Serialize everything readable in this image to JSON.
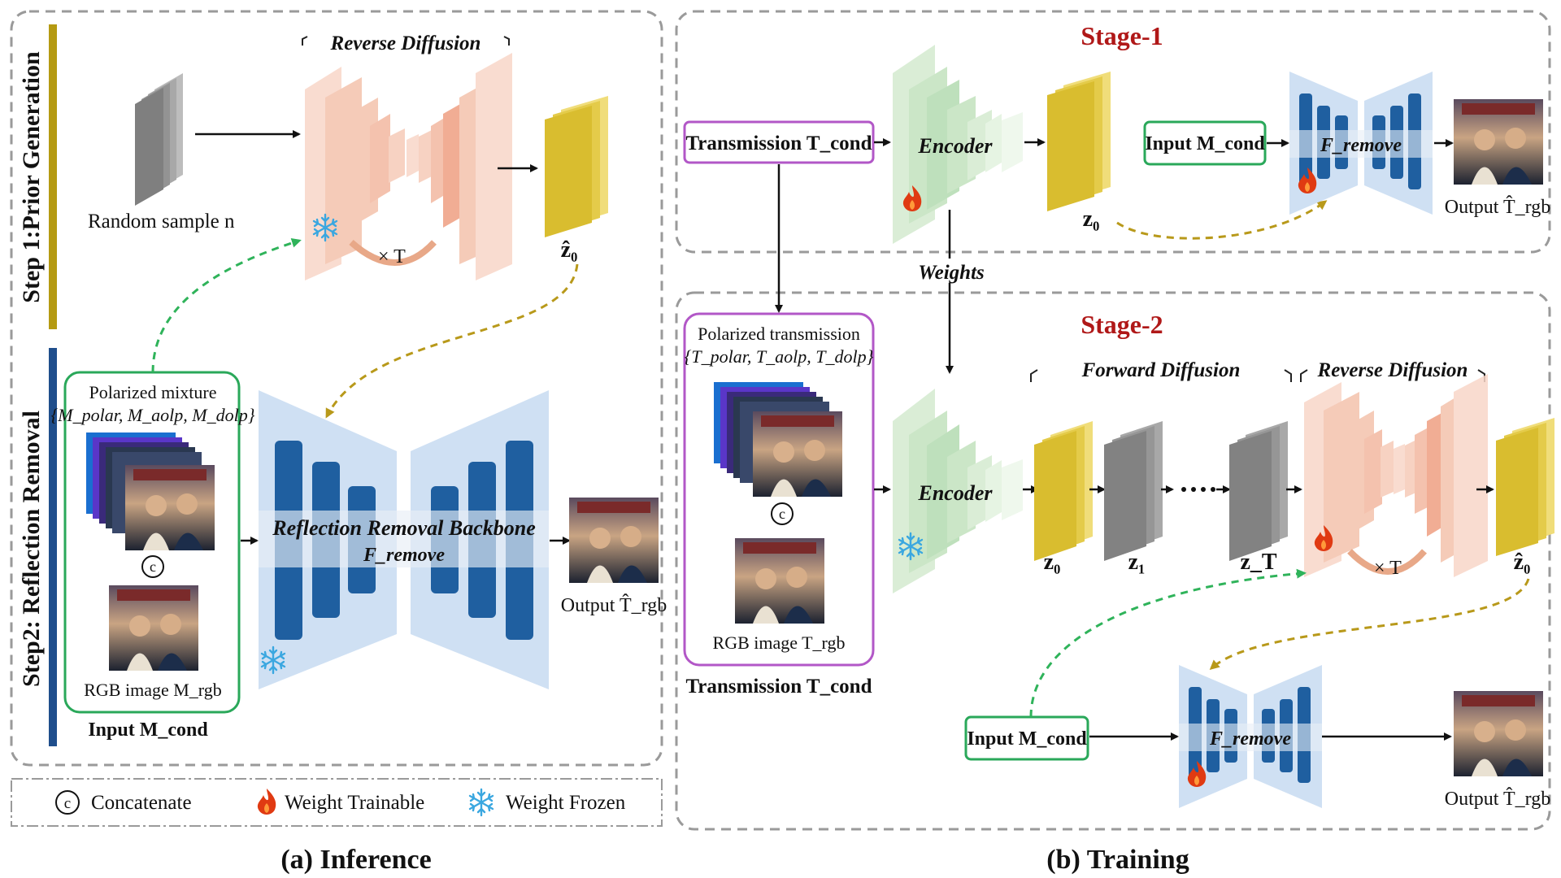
{
  "panel_a": {
    "step1_label": "Step 1:Prior Generation",
    "step2_label": "Step2: Reflection Removal",
    "reverse_diffusion": "Reverse Diffusion",
    "random_sample": "Random sample n",
    "times_t": "× T",
    "z0_hat": "ẑ₀",
    "polarized_mixture": "Polarized mixture",
    "polarized_mixture_set": "{M_polar, M_aolp, M_dolp}",
    "concat_symbol": "c",
    "rgb_image": "RGB image M_rgb",
    "input_label": "Input M_cond",
    "backbone_title": "Reflection Removal Backbone",
    "backbone_symbol": "F_remove",
    "output_label": "Output T̂_rgb",
    "caption": "(a) Inference"
  },
  "legend": {
    "concat_symbol": "c",
    "concatenate": "Concatenate",
    "trainable": "Weight Trainable",
    "frozen": "Weight Frozen"
  },
  "panel_b": {
    "stage1": "Stage-1",
    "stage2": "Stage-2",
    "transmission_cond": "Transmission T_cond",
    "encoder": "Encoder",
    "z0": "z₀",
    "input_cond": "Input M_cond",
    "f_remove": "F_remove",
    "output_label": "Output T̂_rgb",
    "weights": "Weights",
    "polarized_transmission": "Polarized transmission",
    "polarized_transmission_set": "{T_polar, T_aolp, T_dolp}",
    "concat_symbol": "c",
    "rgb_image_t": "RGB image T_rgb",
    "transmission_cond_bottom": "Transmission T_cond",
    "forward_diffusion": "Forward Diffusion",
    "reverse_diffusion": "Reverse Diffusion",
    "z1": "z₁",
    "zT": "z_T",
    "z0_hat": "ẑ₀",
    "times_t": "× T",
    "caption": "(b) Training"
  },
  "colors": {
    "border_dash": "#9a9a9a",
    "step1_bar": "#b59a12",
    "step2_bar": "#1f4e8c",
    "green_box": "#2aa85a",
    "purple_box": "#b257c7",
    "stage_red": "#b01818",
    "unet_blue": "#1f5fa0",
    "unet_bg": "#cfe0f3",
    "latent_yellow": "#e0c43a",
    "latent_gray": "#8a8a8a",
    "diffusion_peach": "#f3b8a0",
    "encoder_green": "#b8ddb5",
    "dashed_green": "#2fb35a",
    "dashed_gold": "#b8991a",
    "flame": "#e03a12",
    "snow": "#3aa7e0"
  },
  "icons": [
    "concat-icon",
    "flame-icon",
    "snowflake-icon",
    "photo-icon"
  ]
}
